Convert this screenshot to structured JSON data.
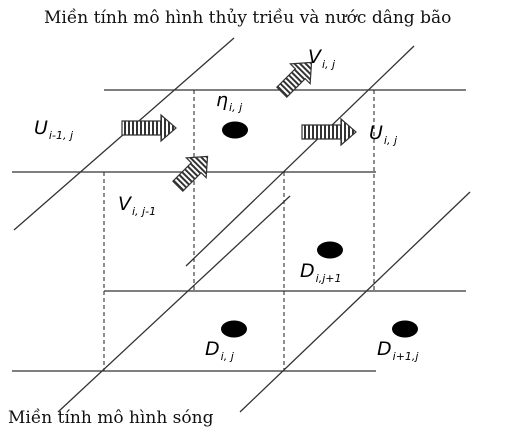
{
  "captions": {
    "top": "Miền tính mô hình thủy triều và nước dâng bão",
    "bottom": "Miền tính mô hình sóng"
  },
  "labels": {
    "v_ij": {
      "main": "V",
      "sub": "i, j"
    },
    "eta_ij": {
      "main": "η",
      "sub": "i, j"
    },
    "u_im1j": {
      "main": "U",
      "sub": "i-1, j"
    },
    "u_ij": {
      "main": "U",
      "sub": "i, j"
    },
    "v_ijm1": {
      "main": "V",
      "sub": "i, j-1"
    },
    "d_ijp1": {
      "main": "D",
      "sub": "i,j+1"
    },
    "d_ij": {
      "main": "D",
      "sub": "i, j"
    },
    "d_ip1j": {
      "main": "D",
      "sub": "i+1,j"
    }
  },
  "colors": {
    "line": "#333333",
    "node": "#000000",
    "arrow_stroke": "#333333",
    "arrow_fill": "#ffffff",
    "text": "#000000"
  }
}
